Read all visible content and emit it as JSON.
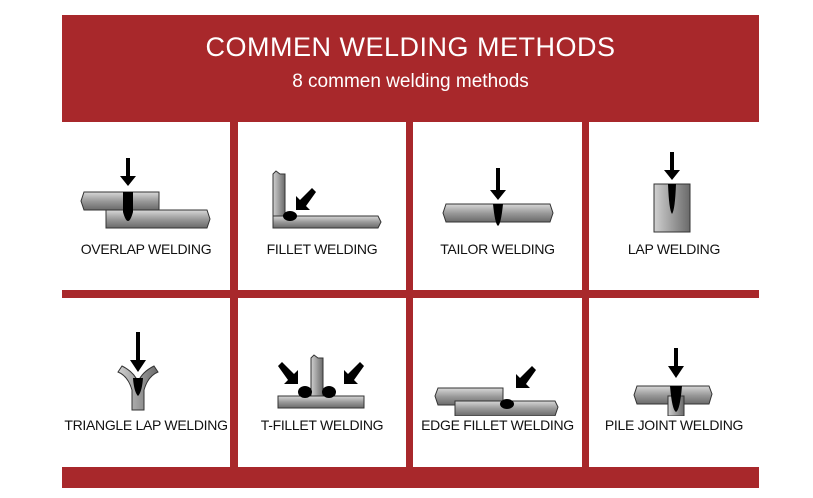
{
  "header": {
    "title": "COMMEN WELDING METHODS",
    "subtitle": "8 commen welding methods"
  },
  "methods": [
    {
      "label": "OVERLAP WELDING",
      "icon": "overlap-weld-icon"
    },
    {
      "label": "FILLET WELDING",
      "icon": "fillet-weld-icon"
    },
    {
      "label": "TAILOR WELDING",
      "icon": "tailor-weld-icon"
    },
    {
      "label": "LAP WELDING",
      "icon": "lap-weld-icon"
    },
    {
      "label": "TRIANGLE LAP WELDING",
      "icon": "triangle-lap-weld-icon"
    },
    {
      "label": "T-FILLET WELDING",
      "icon": "t-fillet-weld-icon"
    },
    {
      "label": "EDGE FILLET WELDING",
      "icon": "edge-fillet-weld-icon"
    },
    {
      "label": "PILE JOINT WELDING",
      "icon": "pile-joint-weld-icon"
    }
  ],
  "colors": {
    "brand_red": "#a8282b"
  }
}
